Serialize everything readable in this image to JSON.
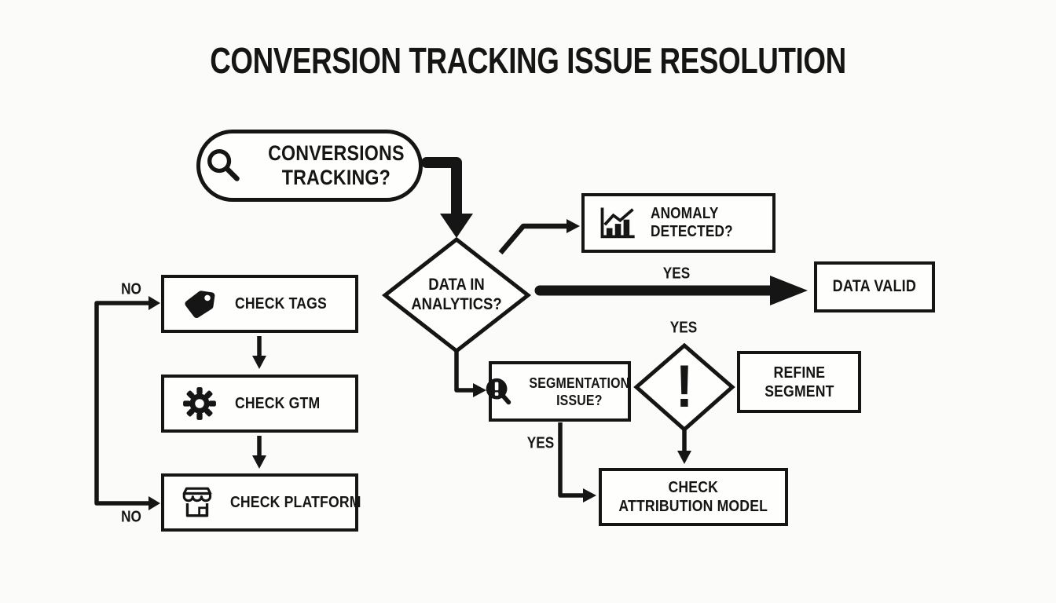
{
  "title": "CONVERSION TRACKING ISSUE RESOLUTION",
  "nodes": {
    "start": {
      "lines": [
        "CONVERSIONS",
        "TRACKING?"
      ],
      "icon": "magnifier-icon"
    },
    "data_in_analytics": {
      "lines": [
        "DATA IN",
        "ANALYTICS?"
      ]
    },
    "anomaly_detected": {
      "lines": [
        "ANOMALY",
        "DETECTED?"
      ],
      "icon": "bar-chart-icon"
    },
    "data_valid": {
      "lines": [
        "DATA VALID"
      ]
    },
    "check_tags": {
      "lines": [
        "CHECK TAGS"
      ],
      "icon": "tag-icon"
    },
    "check_gtm": {
      "lines": [
        "CHECK GTM"
      ],
      "icon": "gear-icon"
    },
    "check_platform": {
      "lines": [
        "CHECK PLATFORM"
      ],
      "icon": "storefront-icon"
    },
    "segmentation_issue": {
      "lines": [
        "SEGMENTATION",
        "ISSUE?"
      ],
      "icon": "alert-magnifier-icon"
    },
    "alert_decision": {
      "lines": [
        "!"
      ]
    },
    "refine_segment": {
      "lines": [
        "REFINE",
        "SEGMENT"
      ]
    },
    "check_attribution": {
      "lines": [
        "CHECK",
        "ATTRIBUTION MODEL"
      ]
    }
  },
  "edge_labels": {
    "no_to_check_tags": "NO",
    "no_to_check_platform": "NO",
    "yes_to_data_valid": "YES",
    "yes_above_alert": "YES",
    "yes_to_attribution": "YES"
  },
  "colors": {
    "ink": "#151515",
    "background": "#fbfbf9",
    "node_fill": "#fefefd"
  }
}
